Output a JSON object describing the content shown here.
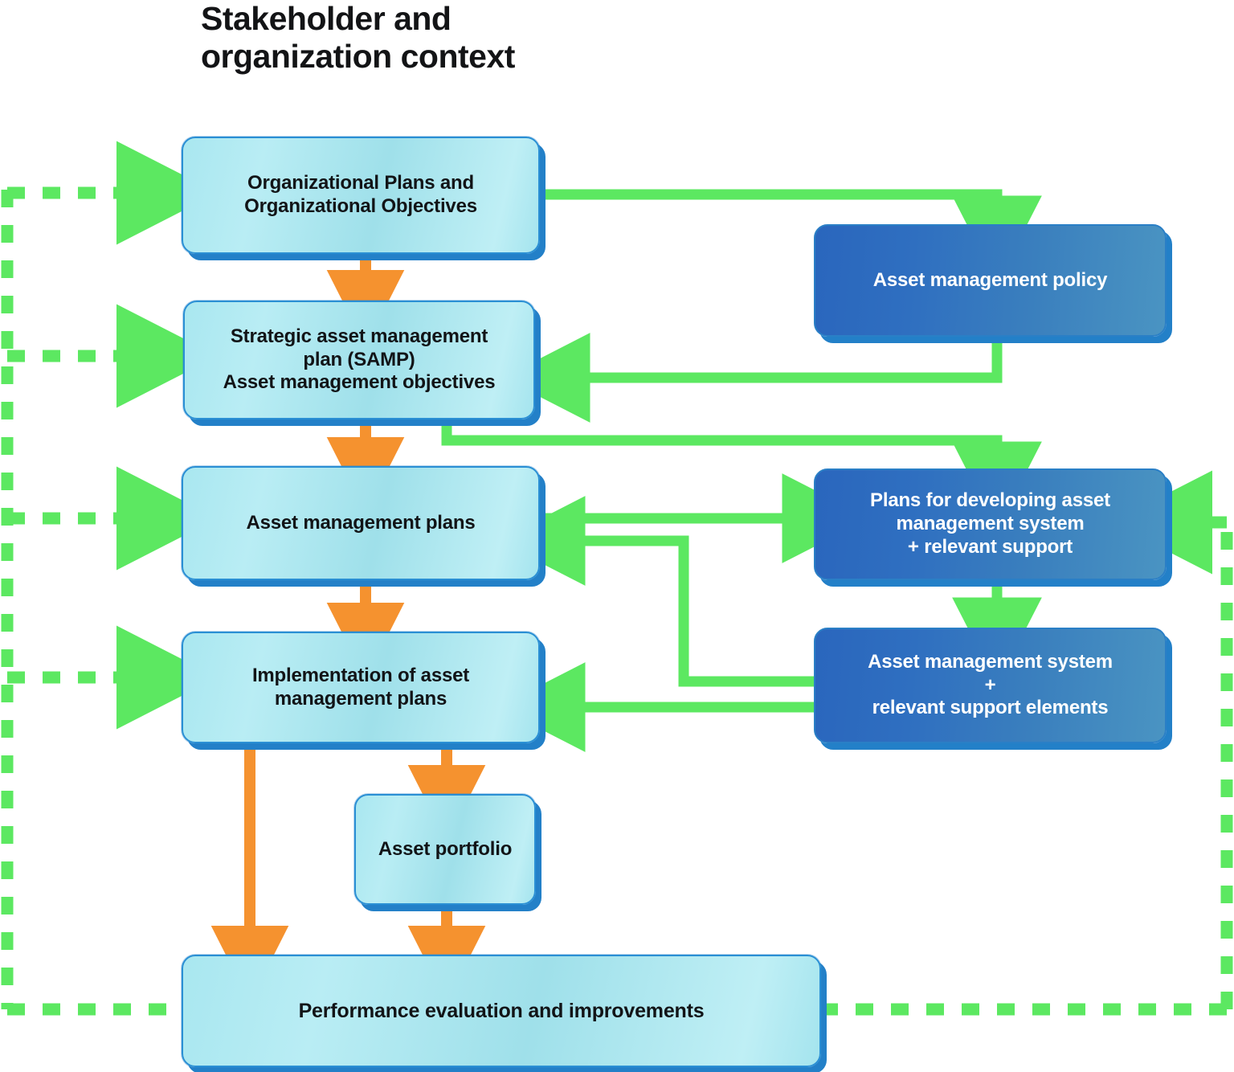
{
  "diagram": {
    "title": "Stakeholder and\norganization context",
    "colors": {
      "flow_green": "#5CE861",
      "flow_orange": "#F5922F",
      "box_border_blue": "#2380c8",
      "dark_box_blue": "#2a66bd",
      "light_box_cyan": "#a9e7f0",
      "text_dark": "#121417",
      "text_light": "#ffffff"
    },
    "nodes": [
      {
        "id": "org-plans",
        "label": "Organizational Plans and\nOrganizational Objectives",
        "style": "light"
      },
      {
        "id": "samp",
        "label": "Strategic asset management\nplan (SAMP)\nAsset management objectives",
        "style": "light"
      },
      {
        "id": "am-plans",
        "label": "Asset management plans",
        "style": "light"
      },
      {
        "id": "implementation",
        "label": "Implementation of asset\nmanagement plans",
        "style": "light"
      },
      {
        "id": "portfolio",
        "label": "Asset portfolio",
        "style": "light"
      },
      {
        "id": "performance",
        "label": "Performance evaluation and improvements",
        "style": "light"
      },
      {
        "id": "policy",
        "label": "Asset management policy",
        "style": "dark"
      },
      {
        "id": "dev-plans",
        "label": "Plans for developing asset\nmanagement system\n+ relevant support",
        "style": "dark"
      },
      {
        "id": "am-system",
        "label": "Asset management system\n+\nrelevant support elements",
        "style": "dark"
      }
    ],
    "edges": [
      {
        "from": "org-plans",
        "to": "samp",
        "kind": "orange-solid"
      },
      {
        "from": "samp",
        "to": "am-plans",
        "kind": "orange-solid"
      },
      {
        "from": "am-plans",
        "to": "implementation",
        "kind": "orange-solid"
      },
      {
        "from": "implementation",
        "to": "portfolio",
        "kind": "orange-solid"
      },
      {
        "from": "implementation",
        "to": "performance",
        "kind": "orange-solid"
      },
      {
        "from": "portfolio",
        "to": "performance",
        "kind": "orange-solid"
      },
      {
        "from": "org-plans",
        "to": "policy",
        "kind": "green-solid"
      },
      {
        "from": "policy",
        "to": "samp",
        "kind": "green-solid"
      },
      {
        "from": "samp",
        "to": "dev-plans",
        "kind": "green-solid"
      },
      {
        "from": "am-plans",
        "to": "dev-plans",
        "kind": "green-solid"
      },
      {
        "from": "dev-plans",
        "to": "am-system",
        "kind": "green-solid"
      },
      {
        "from": "am-system",
        "to": "am-plans",
        "kind": "green-solid"
      },
      {
        "from": "am-system",
        "to": "implementation",
        "kind": "green-solid"
      },
      {
        "from": "context",
        "to": "org-plans",
        "kind": "green-dashed"
      },
      {
        "from": "context",
        "to": "samp",
        "kind": "green-dashed"
      },
      {
        "from": "context",
        "to": "am-plans",
        "kind": "green-dashed"
      },
      {
        "from": "context",
        "to": "implementation",
        "kind": "green-dashed"
      },
      {
        "from": "performance",
        "to": "context",
        "kind": "green-dashed"
      },
      {
        "from": "performance",
        "to": "dev-plans",
        "kind": "green-dashed"
      }
    ]
  }
}
